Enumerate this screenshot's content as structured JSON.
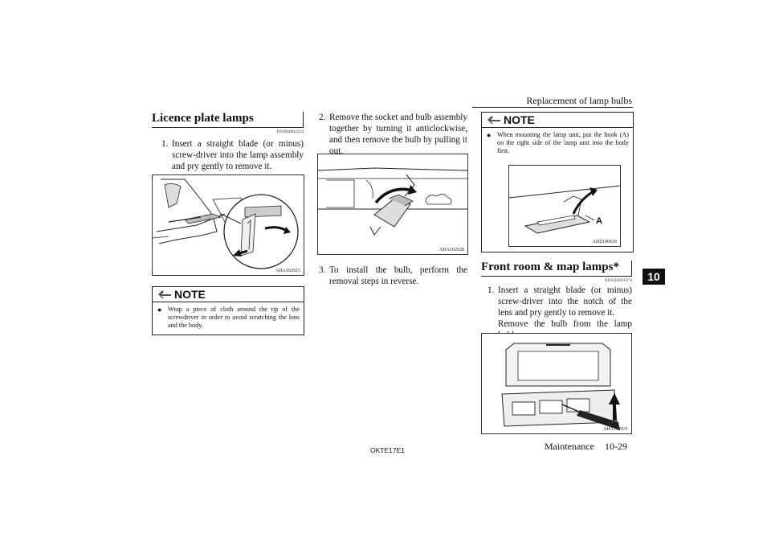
{
  "header": {
    "title": "Replacement of lamp bulbs"
  },
  "chapter_tab": "10",
  "col1": {
    "section_title": "Licence plate lamps",
    "section_code": "E01004602224",
    "step1_num": "1.",
    "step1_text": "Insert a straight blade (or minus) screw-driver into the lamp assembly and pry gently to remove it.",
    "figure_code": "AHA102915",
    "note_label": "NOTE",
    "note_text": "Wrap a piece of cloth around the tip of the screwdriver in order to avoid scratching the lens and the body."
  },
  "col2": {
    "step2_num": "2.",
    "step2_text": "Remove the socket and bulb assembly together by turning it anticlockwise, and then remove the bulb by pulling it out.",
    "figure_code": "AHA102928",
    "step3_num": "3.",
    "step3_text": "To install the bulb, perform the removal steps in reverse."
  },
  "col3": {
    "note_label": "NOTE",
    "note_text": "When mounting the lamp unit, put the hook (A) on the right side of the lamp unit into the body first.",
    "note_figure_code": "AHZ100639",
    "note_figure_label": "A",
    "section_title": "Front room & map lamps*",
    "section_code": "E01010501074",
    "step1_num": "1.",
    "step1_text": "Insert a straight blade (or minus) screw-driver into the notch of the lens and pry gently to remove it.",
    "step1_text2": "Remove the bulb from the lamp holder.",
    "figure_code": "AHA102931"
  },
  "footer": {
    "doc_code": "OKTE17E1",
    "chapter": "Maintenance",
    "page": "10-29"
  }
}
